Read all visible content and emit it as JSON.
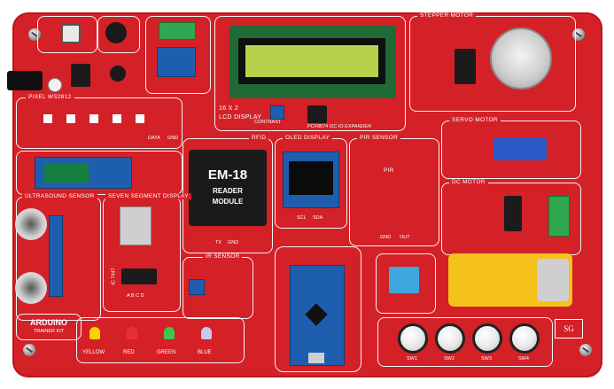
{
  "board": {
    "title": "ARDUINO",
    "subtitle": "TRAINER KIT",
    "brand": "SG"
  },
  "sections": {
    "pixel": "PIXEL WS2812",
    "lcd": "16 X 2\nLCD DISPLAY",
    "lcd_lines": [
      "16 X 2",
      "LCD DISPLAY"
    ],
    "contrast": "CONTRAST",
    "i2c": "PCF8574 I2C IO EXPANDER",
    "stepper": "STEPPER MOTOR",
    "servo": "SERVO MOTOR",
    "rfid": "RFID",
    "oled": "OLED DISPLAY",
    "pir": "PIR SENSOR",
    "pir_inner": "PIR",
    "ultrasound": "ULTRASOUND SENSOR",
    "seven_seg": "SEVEN SEGMENT DISPLAY",
    "dc_motor": "DC MOTOR",
    "ir": "IR SENSOR",
    "ic": "IC 7447"
  },
  "em18": {
    "line1": "EM-18",
    "line2": "READER",
    "line3": "MODULE"
  },
  "leds": [
    "YELLOW",
    "RED",
    "GREEN",
    "BLUE"
  ],
  "switches": [
    "SW1",
    "SW2",
    "SW3",
    "SW4"
  ],
  "pin_labels": {
    "data": "DATA",
    "gnd": "GND",
    "tx": "TX",
    "scl": "SCL",
    "sda": "SDA",
    "out": "OUT",
    "abcd": "A B C D"
  },
  "colors": {
    "board": "#d42027",
    "lcd_screen": "#b6d24a",
    "pcb_blue": "#1d5fae",
    "motor_yellow": "#f4c21a",
    "terminal_green": "#2fa84f"
  }
}
